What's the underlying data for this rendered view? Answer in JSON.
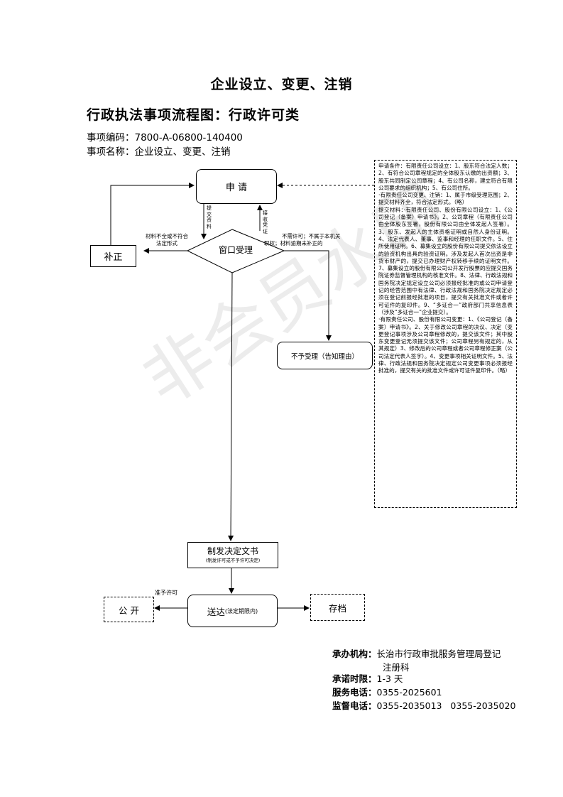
{
  "header": {
    "title": "企业设立、变更、注销",
    "subtitle": "行政执法事项流程图：行政许可类",
    "code_label": "事项编码：",
    "code_value": "7800-A-06800-140400",
    "name_label": "事项名称：",
    "name_value": "企业设立、变更、注销"
  },
  "flow": {
    "apply": "申 请",
    "window": "窗口受理",
    "supplement": "补正",
    "reject": "不予受理（告知理由）",
    "decision_title": "制发决定文书",
    "decision_sub": "(制发许可或不予许可决定)",
    "deliver": "送达",
    "deliver_sub": "(法定期限内)",
    "publish": "公 开",
    "archive": "存档",
    "label_submit": "提交资料",
    "label_receive": "接收凭证",
    "label_incomplete_1": "材料不全或不符合",
    "label_incomplete_2": "法定形式",
    "label_notallowed_1": "不需许可；不属于本机关",
    "label_notallowed_2": "职权；材料逾期未补正的",
    "label_grant": "准予许可"
  },
  "note": {
    "p1": "申请条件：有限责任公司设立：1、股东符合法定人数；2、有符合公司章程规定的全体股东认缴的出资额；3、股东共同制定公司章程；4、有公司名称，建立符合有限公司要求的组织机构；5、有公司住所。",
    "p2": "·有限责任公司变更、注销：1、属于市级受理范围；2、提交材料齐全，符合法定形式。（略）",
    "p3": "提交材料：·有限责任公司、股份有限公司设立：1、《公司登记（备案）申请书》。2、公司章程（有限责任公司由全体股东签署，股份有限公司由全体发起人签署）。3、股东、发起人的主体资格证明或自然人身份证明。4、法定代表人、董事、监事和经理的任职文件。5、住所使用证明。6、募集设立的股份有限公司提交依法设立的验资机构出具的验资证明。涉及发起人首次出资是非货币财产的，提交已办理财产权转移手续的证明文件。7、募集设立的股份有限公司公开发行股票的应提交国务院证券监督管理机构的核准文件。8、法律、行政法规和国务院决定规定设立公司必须报经批准的或公司申请登记的经营范围中有法律、行政法规和国务院决定规定必须在登记前报经批准的项目，提交有关批准文件或者许可证件的复印件。9、“多证合一”政府部门共享信息表（涉及“多证合一”企业提交）。",
    "p4": "·有限责任公司、股份有限公司变更：1、《公司登记（备案）申请书》。2、关于修改公司章程的决议、决定（变更登记事项涉及公司章程修改的，提交该文件；其中股东变更登记无须提交该文件；公司章程另有规定的，从其规定）3、修改后的公司章程或者公司章程修正案（公司法定代表人签字）。4、变更事项相关证明文件。5、法律、行政法规和国务院决定规定公司变更事项必须报经批准的，提交有关的批准文件或许可证件复印件。（略）"
  },
  "footer": {
    "org_label": "承办机构：",
    "org_value_1": "长治市行政审批服务管理局登记",
    "org_value_2": "注册科",
    "time_label": "承诺时限：",
    "time_value": "1-3 天",
    "service_label": "服务电话：",
    "service_value": "0355-2025601",
    "supervise_label": "监督电话：",
    "supervise_value": "0355-2035013   0355-2035020"
  },
  "watermark": "非会员水印"
}
